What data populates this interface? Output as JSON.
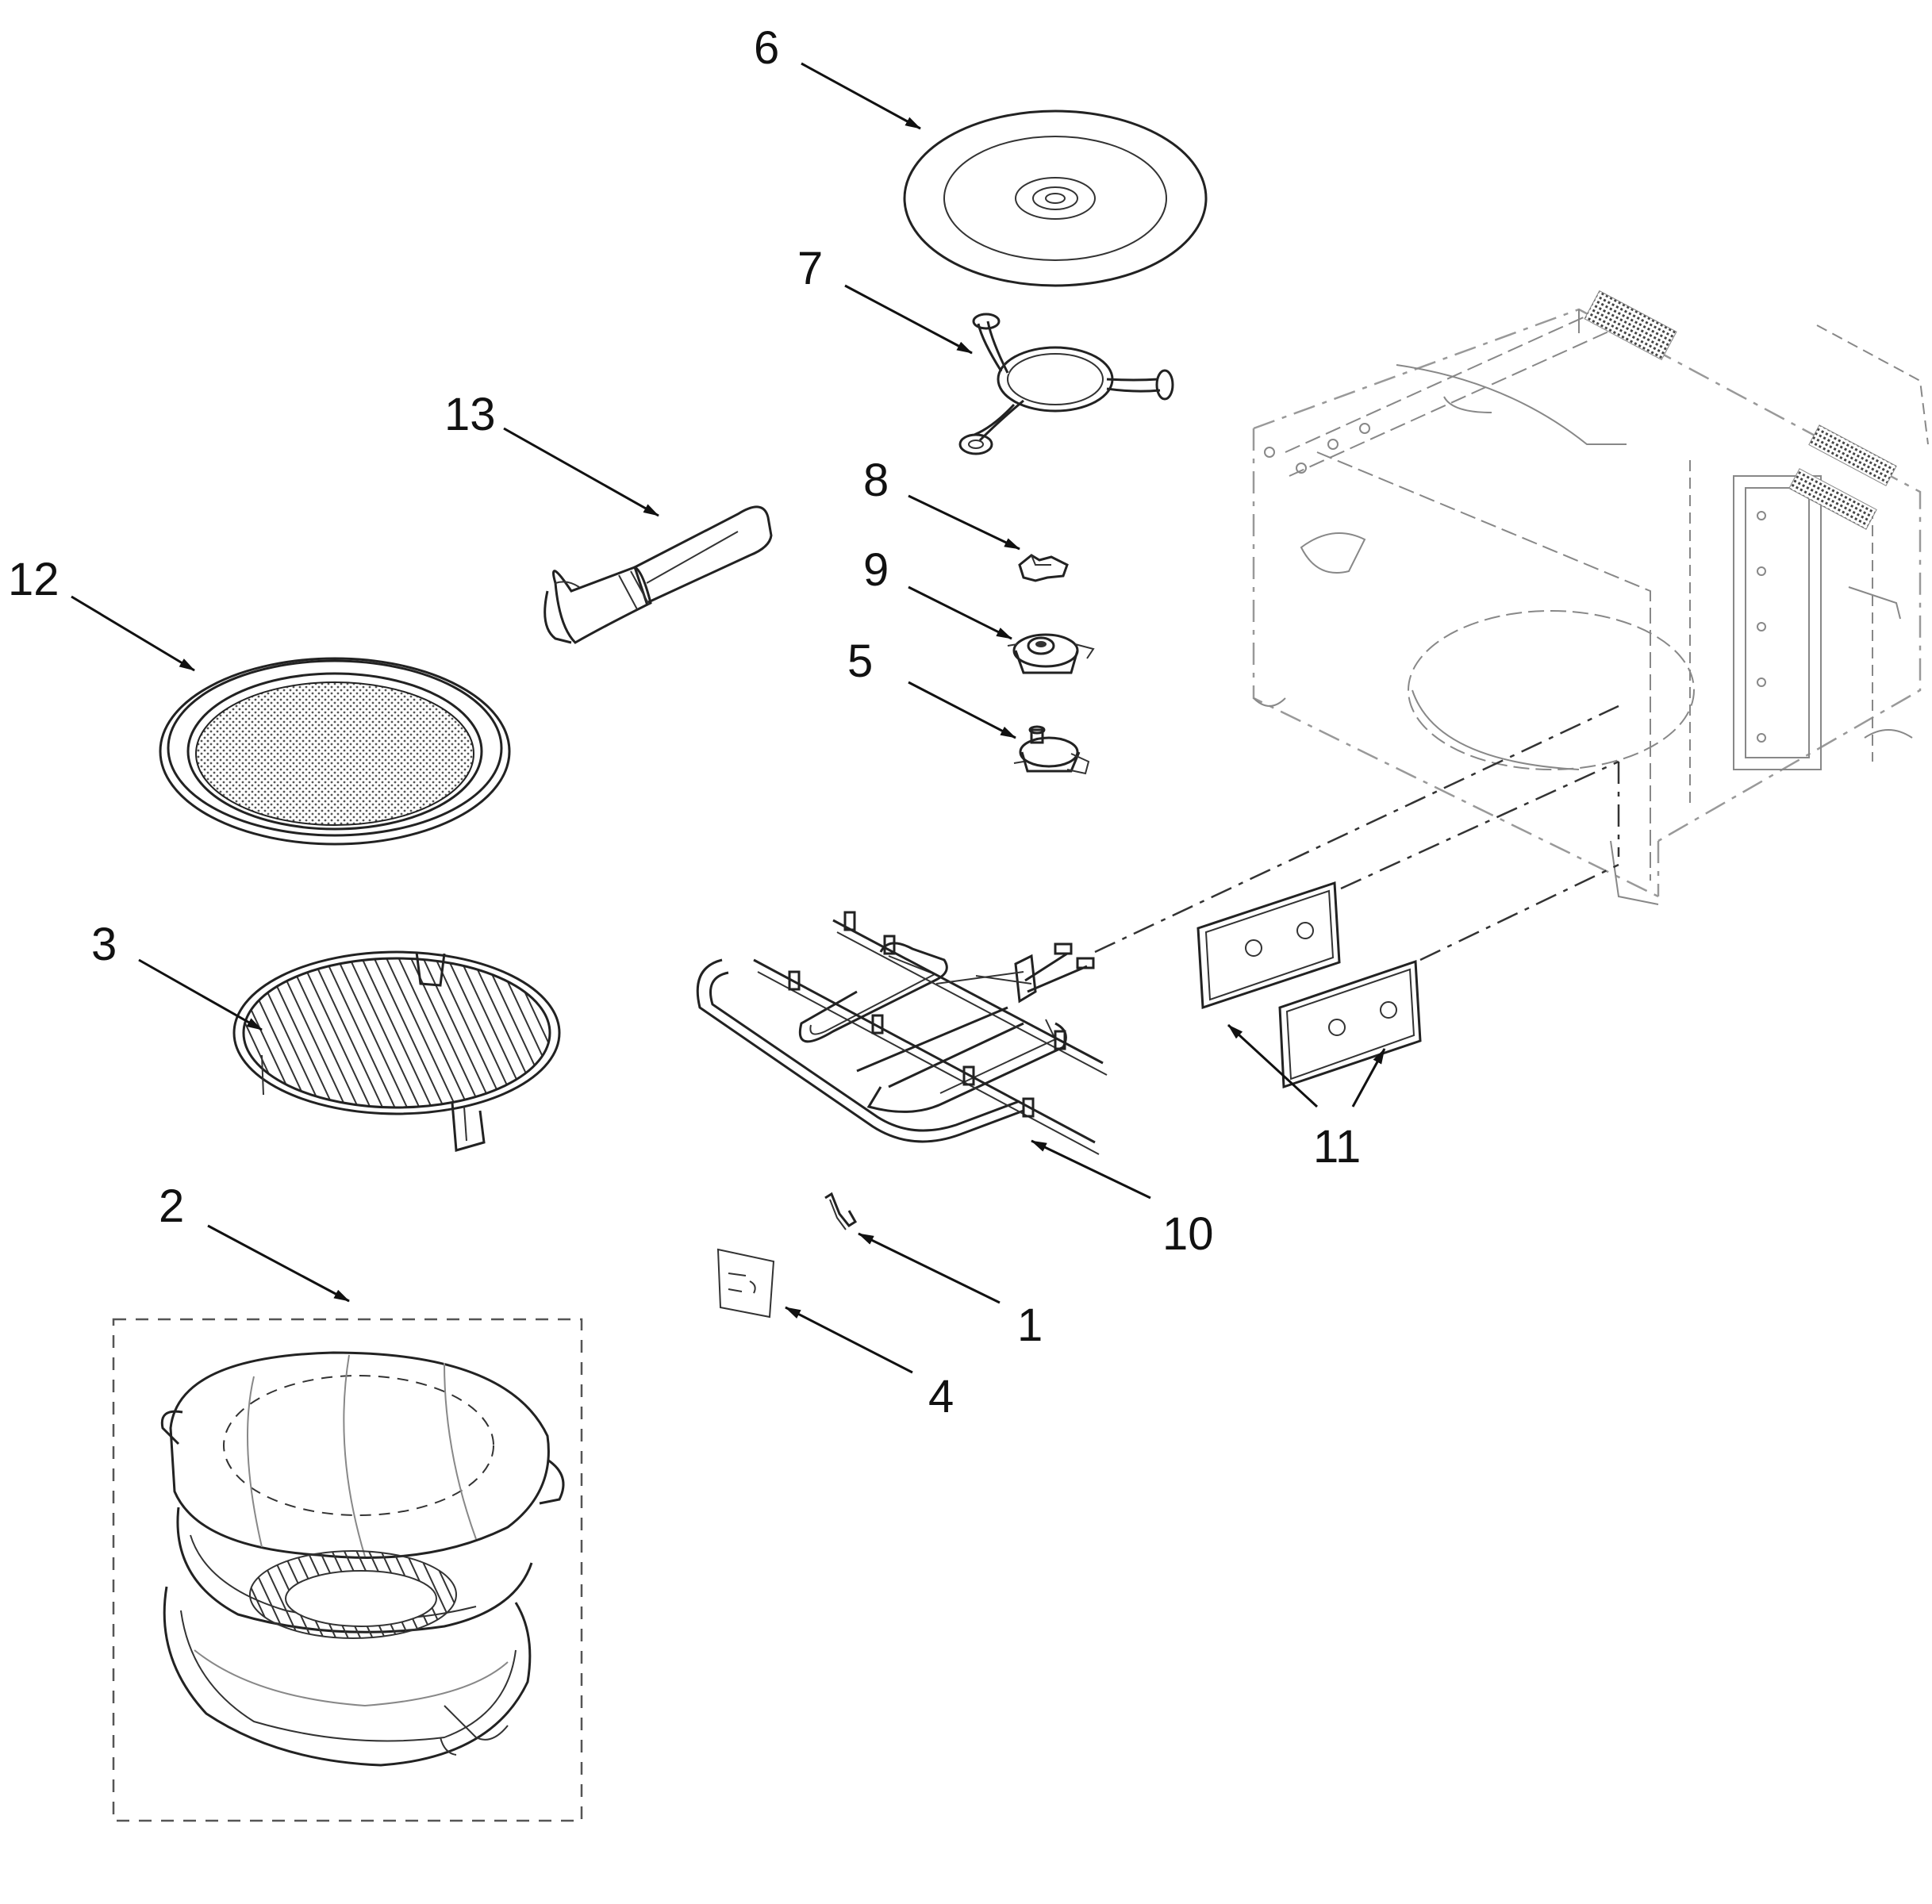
{
  "callouts": {
    "c1": "1",
    "c2": "2",
    "c3": "3",
    "c4": "4",
    "c5": "5",
    "c6": "6",
    "c7": "7",
    "c8": "8",
    "c9": "9",
    "c10": "10",
    "c11": "11",
    "c12": "12",
    "c13": "13"
  },
  "colors": {
    "line": "#222222",
    "background": "#ffffff"
  }
}
